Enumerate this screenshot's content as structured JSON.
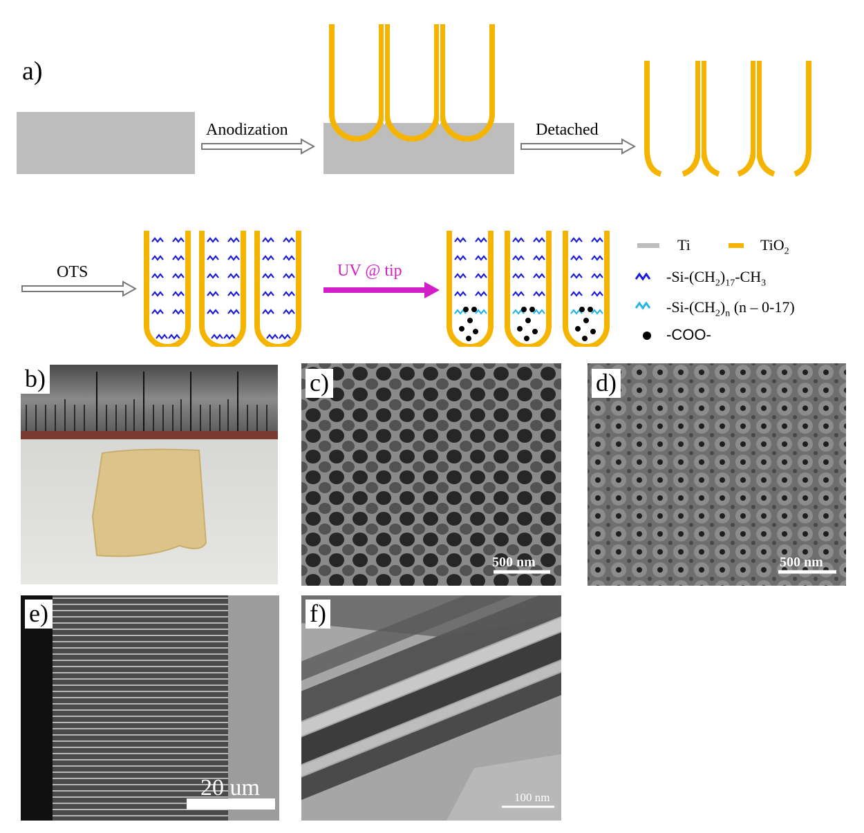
{
  "figure": {
    "panel_a": {
      "label": "a)",
      "steps": [
        "Anodization",
        "Detached",
        "OTS",
        "UV @ tip"
      ],
      "legend": [
        {
          "label": "Ti",
          "color": "#bdbdbd",
          "icon": "gray-bar-icon"
        },
        {
          "label": "TiO",
          "sub": "2",
          "color": "#f5b400",
          "icon": "orange-bar-icon"
        },
        {
          "label": "-Si-(CH",
          "sub": "2",
          "label2": ")",
          "sub2": "17",
          "label3": "-CH",
          "sub3": "3",
          "color": "#1a1adc",
          "icon": "blue-wave-icon"
        },
        {
          "label": "-Si-(CH",
          "sub": "2",
          "label2": ")",
          "sub2": "n",
          "label3": " (n – 0-17)",
          "color": "#26b4e6",
          "icon": "cyan-wave-icon"
        },
        {
          "label": "-COO-",
          "color": "#000000",
          "icon": "black-dot-icon"
        }
      ]
    },
    "panel_b": {
      "label": "b)"
    },
    "panel_c": {
      "label": "c)",
      "scale": "500 nm"
    },
    "panel_d": {
      "label": "d)",
      "scale": "500 nm"
    },
    "panel_e": {
      "label": "e)",
      "scale": "20 um"
    },
    "panel_f": {
      "label": "f)",
      "scale": "100 nm"
    },
    "colors": {
      "ti": "#bdbdbd",
      "tio2": "#f5b400",
      "ots": "#1a1adc",
      "cooh": "#26b4e6",
      "uv": "#d21ec8"
    }
  }
}
